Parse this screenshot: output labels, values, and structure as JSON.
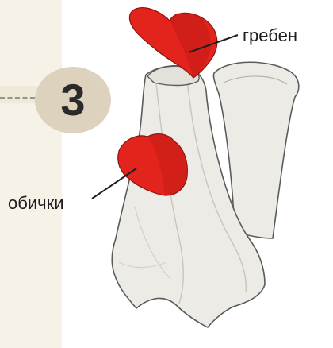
{
  "step": {
    "number": "3"
  },
  "labels": {
    "comb": "гребен",
    "wattles": "обички"
  },
  "colors": {
    "background": "#ffffff",
    "paper": "#f6f2e8",
    "badge": "#ddd2bd",
    "napkin": "#edebe6",
    "napkin_outline": "#5b5b5b",
    "heart_red": "#e3241d",
    "heart_dark": "#c21a14"
  },
  "icons": {
    "comb": "red-heart-shape",
    "wattles": "red-heart-shape",
    "napkin": "folded-napkin-rooster"
  }
}
